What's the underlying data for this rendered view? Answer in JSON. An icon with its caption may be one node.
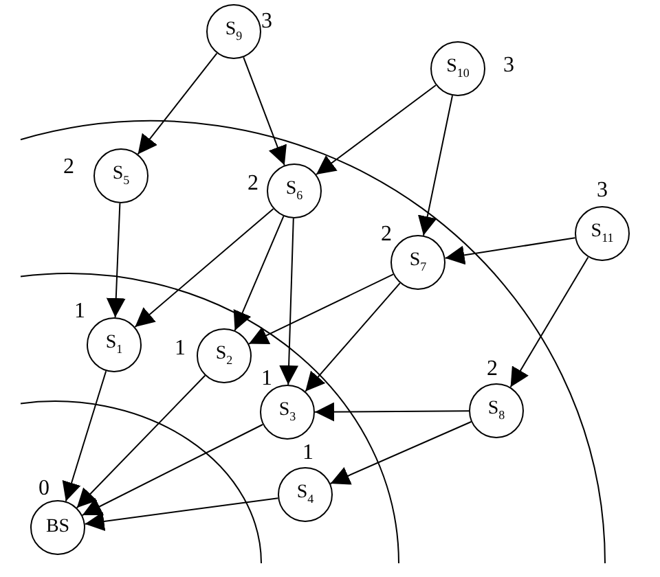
{
  "diagram": {
    "nodes": [
      {
        "text": [
          "S$_{9}$"
        ],
        "beside": [
          "3"
        ]
      },
      {
        "text": [
          "S$_{10}$"
        ],
        "beside": [
          "3"
        ]
      },
      {
        "text": [
          "S$_{5}$"
        ],
        "beside": [
          "2"
        ]
      },
      {
        "text": [
          "S$_{6}$"
        ],
        "beside": [
          "2"
        ]
      },
      {
        "text": [
          "S$_{11}$"
        ],
        "beside": [
          "3"
        ]
      },
      {
        "text": [
          "S$_{7}$"
        ],
        "beside": [
          "2"
        ]
      },
      {
        "text": [
          "S$_{1}$"
        ],
        "beside": [
          "1"
        ]
      },
      {
        "text": [
          "S$_{2}$"
        ],
        "beside": [
          "1"
        ]
      },
      {
        "text": [
          "S$_{3}$"
        ],
        "beside": [
          "1"
        ]
      },
      {
        "text": [
          "S$_{8}$"
        ],
        "beside": [
          "2"
        ]
      },
      {
        "text": [
          "S$_{4}$"
        ],
        "beside": [
          "1"
        ]
      },
      {
        "text": [
          "BS"
        ],
        "beside": [
          "0"
        ]
      }
    ],
    "edges": [
      {
        "from": 0,
        "to": 2,
        "arrow": "to"
      },
      {
        "from": 0,
        "to": 3,
        "arrow": "to"
      },
      {
        "from": 1,
        "to": 3,
        "arrow": "to"
      },
      {
        "from": 1,
        "to": 5,
        "arrow": "to"
      },
      {
        "from": 2,
        "to": 6,
        "arrow": "to"
      },
      {
        "from": 3,
        "to": 6,
        "arrow": "to"
      },
      {
        "from": 3,
        "to": 7,
        "arrow": "to"
      },
      {
        "from": 3,
        "to": 8,
        "arrow": "to"
      },
      {
        "from": 4,
        "to": 5,
        "arrow": "to"
      },
      {
        "from": 4,
        "to": 9,
        "arrow": "to"
      },
      {
        "from": 5,
        "to": 7,
        "arrow": "to"
      },
      {
        "from": 5,
        "to": 8,
        "arrow": "to"
      },
      {
        "from": 9,
        "to": 8,
        "arrow": "to"
      },
      {
        "from": 9,
        "to": 10,
        "arrow": "to"
      },
      {
        "from": 6,
        "to": 11,
        "arrow": "to"
      },
      {
        "from": 7,
        "to": 11,
        "arrow": "to"
      },
      {
        "from": 8,
        "to": 11,
        "arrow": "to"
      },
      {
        "from": 10,
        "to": 11,
        "arrow": "to"
      }
    ]
  }
}
